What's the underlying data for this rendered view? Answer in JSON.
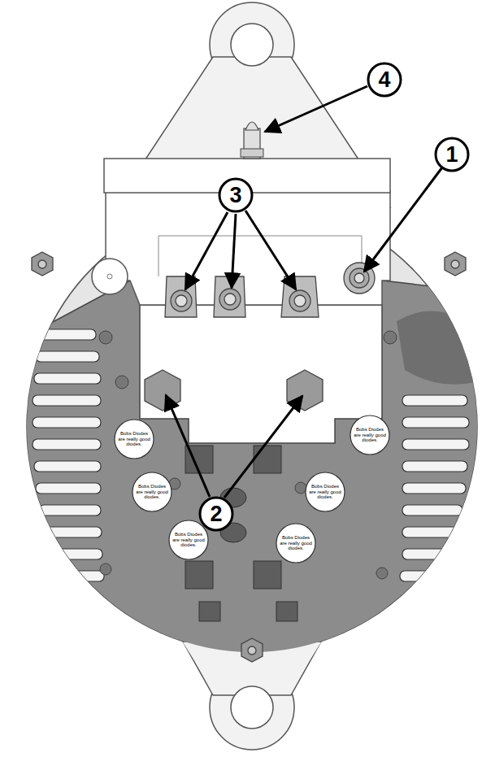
{
  "diagram": {
    "labels": [
      "4",
      "3",
      "1",
      "2",
      "Bobs Diodes are really good diodes.",
      "Bobs Diodes are really good diodes.",
      "Bobs Diodes are really good diodes.",
      "Bobs Diodes are really good diodes.",
      "Bobs Diodes are really good diodes.",
      "Bobs Diodes are really good diodes."
    ]
  }
}
